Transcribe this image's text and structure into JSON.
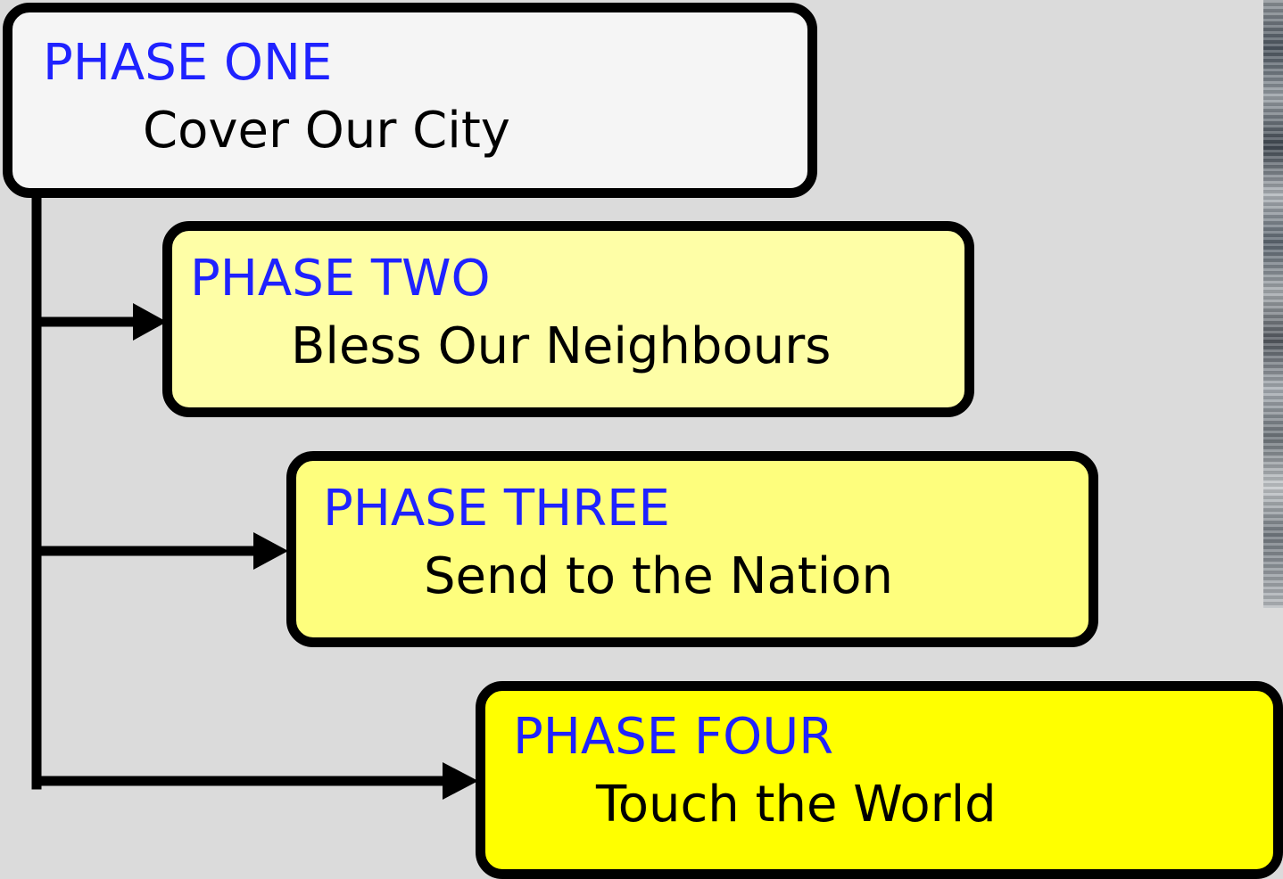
{
  "colors": {
    "background": "#dbdbdb",
    "title": "#1f22ff",
    "subtitle": "#000000",
    "phase_one_fill": "#f5f5f5",
    "phase_two_fill": "#fefea6",
    "phase_three_fill": "#fefe7d",
    "phase_four_fill": "#ffff00",
    "line": "#000000"
  },
  "phases": [
    {
      "title": "PHASE ONE",
      "subtitle": "Cover Our City"
    },
    {
      "title": "PHASE TWO",
      "subtitle": "Bless Our Neighbours"
    },
    {
      "title": "PHASE THREE",
      "subtitle": "Send to the Nation"
    },
    {
      "title": "PHASE FOUR",
      "subtitle": "Touch the World"
    }
  ]
}
